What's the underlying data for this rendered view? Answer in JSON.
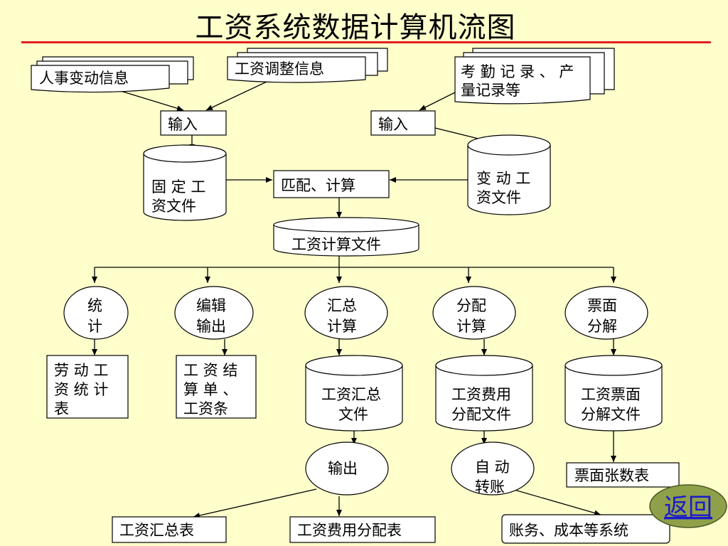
{
  "title": "工资系统数据计算机流图",
  "inputs": {
    "personnel_change": "人事变动信息",
    "salary_adjust": "工资调整信息",
    "attendance_line1": "考 勤 记 录 、 产",
    "attendance_line2": "量记录等"
  },
  "process": {
    "input_left": "输入",
    "input_right": "输入",
    "match_calc": "匹配、计算"
  },
  "files": {
    "fixed_line1": "固 定 工",
    "fixed_line2": "资文件",
    "variable_line1": "变 动 工",
    "variable_line2": "资文件",
    "calc_file": "工资计算文件",
    "summary_line1": "工资汇总",
    "summary_line2": "文件",
    "alloc_line1": "工资费用",
    "alloc_line2": "分配文件",
    "ticket_line1": "工资票面",
    "ticket_line2": "分解文件"
  },
  "circles": {
    "stat_line1": "统",
    "stat_line2": "计",
    "edit_line1": "编辑",
    "edit_line2": "输出",
    "sum_line1": "汇总",
    "sum_line2": "计算",
    "alloc_line1": "分配",
    "alloc_line2": "计算",
    "ticket_line1": "票面",
    "ticket_line2": "分解",
    "output": "输出",
    "auto_line1": "自 动",
    "auto_line2": "转账"
  },
  "outputs": {
    "labor_line1": "劳 动 工",
    "labor_line2": "资 统 计",
    "labor_line3": "表",
    "slip_line1": "工 资 结",
    "slip_line2": "算 单 、",
    "slip_line3": "工资条",
    "ticket_count": "票面张数表",
    "summary_table": "工资汇总表",
    "alloc_table": "工资费用分配表",
    "accounting": "账务、成本等系统"
  },
  "return_button": "返回",
  "colors": {
    "background": "#ffffcc",
    "rule": "#e02020",
    "return_fill": "#8fa04a",
    "return_text": "#1a1acc"
  }
}
